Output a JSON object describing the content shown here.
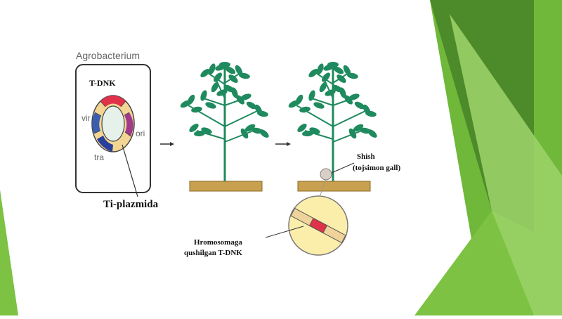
{
  "labels": {
    "agrobacterium": "Agrobacterium",
    "tdnk": "T-DNK",
    "vir": "vir",
    "ori": "ori",
    "tra": "tra",
    "ti_plazmida": "Ti-plazmida",
    "shish_line1": "Shish",
    "shish_line2": "(tojsimon gall)",
    "hromo_line1": "Hromosomaga",
    "hromo_line2": "qushilgan T-DNK"
  },
  "colors": {
    "leaf": "#1f8a5e",
    "soil": "#c8a050",
    "plasmid_ring": "#f3d693",
    "tdna_red": "#e0324a",
    "ori_purple": "#a03a8c",
    "vir_blue": "#3a5fb0",
    "tra_navy": "#2a3f9c",
    "gall_circle": "#fbeeaa",
    "green_dark": "#4d8a2a",
    "green_mid": "#6fb83a",
    "green_light": "#9fd36a"
  }
}
